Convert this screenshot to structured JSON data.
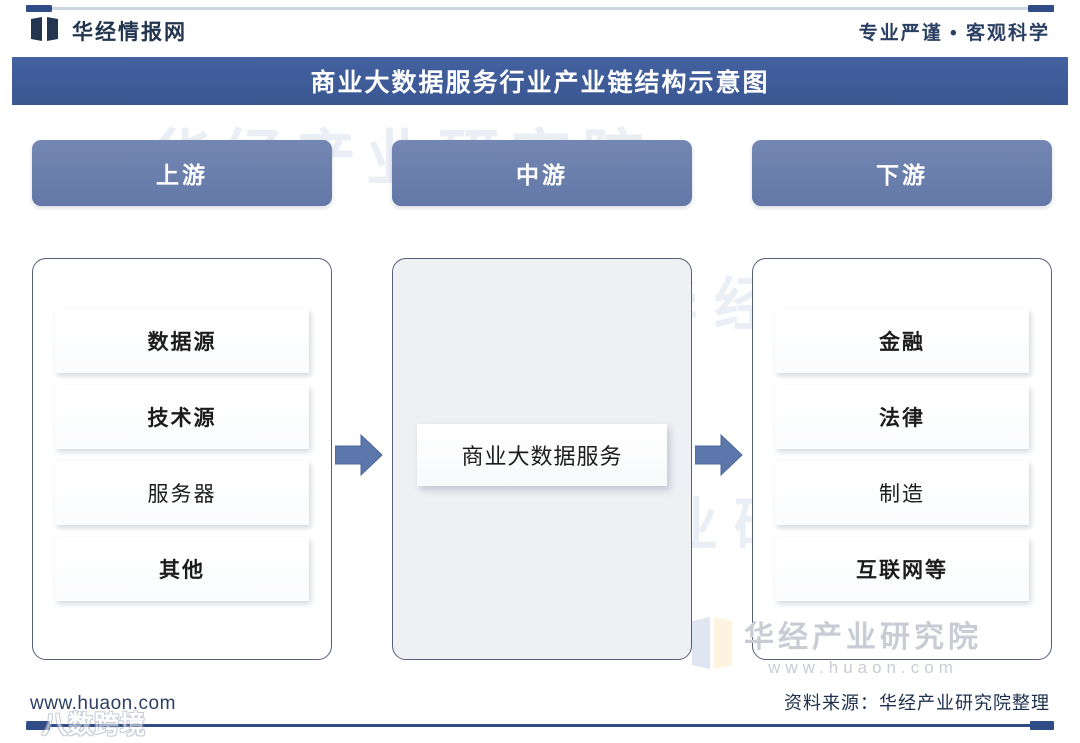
{
  "header": {
    "brand_name": "华经情报网",
    "brand_icon": "book-logo-icon",
    "tagline": "专业严谨 • 客观科学"
  },
  "title": {
    "text": "商业大数据服务行业产业链结构示意图"
  },
  "chart_data": {
    "type": "diagram",
    "title": "商业大数据服务行业产业链结构示意图",
    "layout": "three-stage-value-chain",
    "flow": [
      "上游",
      "中游",
      "下游"
    ],
    "connectors": [
      "arrow-right",
      "arrow-right"
    ],
    "stages": [
      {
        "id": "upstream",
        "header": "上游",
        "items": [
          "数据源",
          "技术源",
          "服务器",
          "其他"
        ]
      },
      {
        "id": "midstream",
        "header": "中游",
        "items": [
          "商业大数据服务"
        ]
      },
      {
        "id": "downstream",
        "header": "下游",
        "items": [
          "金融",
          "法律",
          "制造",
          "互联网等"
        ]
      }
    ]
  },
  "columns": {
    "upstream": {
      "header": "上游",
      "items": [
        {
          "label": "数据源"
        },
        {
          "label": "技术源"
        },
        {
          "label": "服务器"
        },
        {
          "label": "其他"
        }
      ]
    },
    "midstream": {
      "header": "中游",
      "card": "商业大数据服务"
    },
    "downstream": {
      "header": "下游",
      "items": [
        {
          "label": "金融"
        },
        {
          "label": "法律"
        },
        {
          "label": "制造"
        },
        {
          "label": "互联网等"
        }
      ]
    }
  },
  "watermark": {
    "center_title": "华经产业研究院",
    "center_url": "www.huaon.com",
    "background_text_1": "华经产业研究院",
    "background_text_2": "华经产",
    "background_text_3": "业研",
    "overlay_text": "八数跨境"
  },
  "footer": {
    "url": "www.huaon.com",
    "source": "资料来源：华经产业研究院整理"
  },
  "colors": {
    "title_bar": "#3c5a96",
    "column_header": "#6b80ad",
    "arrow": "#5b77ab",
    "brand_text": "#23354f",
    "container_border": "#565f78",
    "mid_container_fill": "#eef0f4",
    "footer_rule": "#2f4c86"
  }
}
